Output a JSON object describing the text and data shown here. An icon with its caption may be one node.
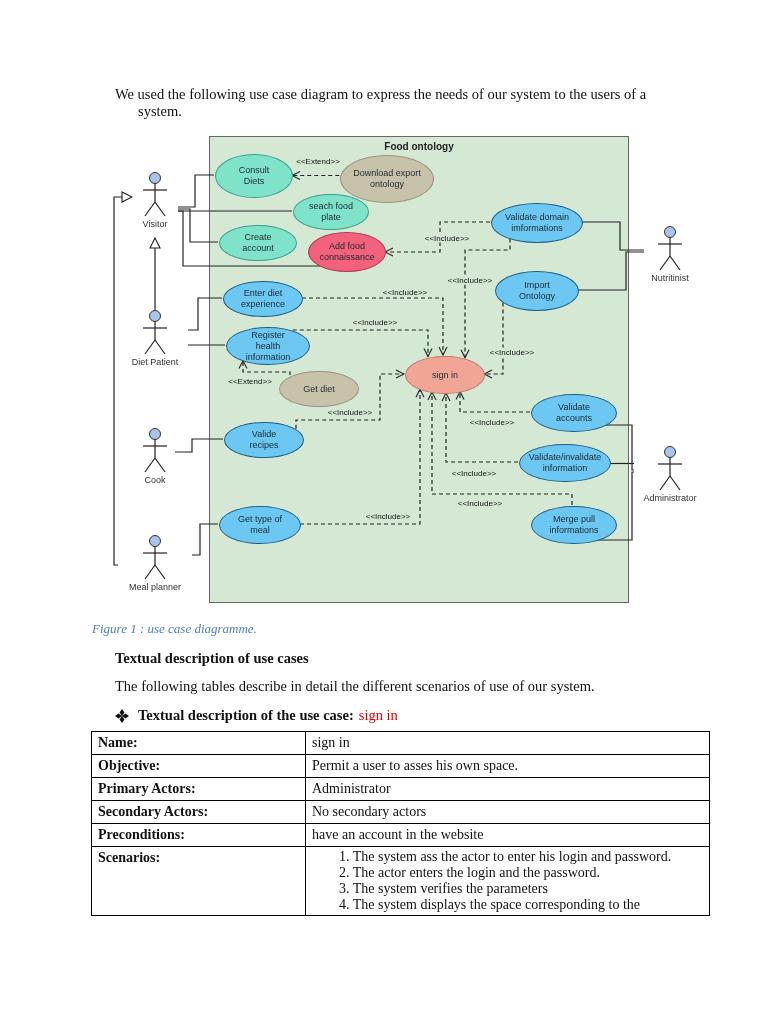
{
  "diagram": {
    "caption": "Figure 1 : use case diagramme.",
    "nodes": [
      {
        "text": [
          "Food ontology"
        ]
      },
      {
        "text": [
          "Visitor"
        ]
      },
      {
        "text": [
          "Diet Patient"
        ]
      },
      {
        "text": [
          "Cook"
        ]
      },
      {
        "text": [
          "Meal planner"
        ]
      },
      {
        "text": [
          "Nutritinist"
        ]
      },
      {
        "text": [
          "Administrator"
        ]
      },
      {
        "text": [
          "Consult Diets"
        ],
        "in": 0
      },
      {
        "text": [
          "Download export ontology"
        ],
        "in": 0
      },
      {
        "text": [
          "seach food plate"
        ],
        "in": 0
      },
      {
        "text": [
          "Create account"
        ],
        "in": 0
      },
      {
        "text": [
          "Add food connaissance"
        ],
        "in": 0
      },
      {
        "text": [
          "Validate domain imformations"
        ],
        "in": 0
      },
      {
        "text": [
          "Import Ontology"
        ],
        "in": 0
      },
      {
        "text": [
          "Enter diet experience"
        ],
        "in": 0
      },
      {
        "text": [
          "Register health information"
        ],
        "in": 0
      },
      {
        "text": [
          "sign in"
        ],
        "in": 0
      },
      {
        "text": [
          "Get diet"
        ],
        "in": 0
      },
      {
        "text": [
          "Valide recipes"
        ],
        "in": 0
      },
      {
        "text": [
          "Validate accounts"
        ],
        "in": 0
      },
      {
        "text": [
          "Validate/invalidate information"
        ],
        "in": 0
      },
      {
        "text": [
          "Get type of meal"
        ],
        "in": 0
      },
      {
        "text": [
          "Merge pull informations"
        ],
        "in": 0
      }
    ],
    "edges": [
      {
        "from": 1,
        "to": 7,
        "arrow": "none"
      },
      {
        "from": 1,
        "to": 9,
        "arrow": "none"
      },
      {
        "from": 1,
        "to": 10,
        "arrow": "none"
      },
      {
        "from": 1,
        "to": 11,
        "arrow": "none"
      },
      {
        "from": 2,
        "to": 14,
        "arrow": "none"
      },
      {
        "from": 2,
        "to": 15,
        "arrow": "none"
      },
      {
        "from": 3,
        "to": 18,
        "arrow": "none"
      },
      {
        "from": 4,
        "to": 21,
        "arrow": "none"
      },
      {
        "from": 5,
        "to": 12,
        "arrow": "none"
      },
      {
        "from": 5,
        "to": 13,
        "arrow": "none"
      },
      {
        "from": 6,
        "to": 19,
        "arrow": "none"
      },
      {
        "from": 6,
        "to": 20,
        "arrow": "none"
      },
      {
        "from": 6,
        "to": 22,
        "arrow": "none"
      },
      {
        "from": 4,
        "to": 1,
        "arrow": "to"
      },
      {
        "from": 2,
        "to": 1,
        "arrow": "to"
      },
      {
        "from": 8,
        "to": 7,
        "arrow": "to",
        "style": "dashed",
        "label": "<<Extend>>"
      },
      {
        "from": 12,
        "to": 11,
        "arrow": "to",
        "style": "dashed",
        "label": "<<Include>>"
      },
      {
        "from": 12,
        "to": 16,
        "arrow": "to",
        "style": "dashed",
        "label": "<<Include>>"
      },
      {
        "from": 13,
        "to": 16,
        "arrow": "to",
        "style": "dashed",
        "label": "<<Include>>"
      },
      {
        "from": 14,
        "to": 16,
        "arrow": "to",
        "style": "dashed",
        "label": "<<Include>>"
      },
      {
        "from": 15,
        "to": 16,
        "arrow": "to",
        "style": "dashed",
        "label": "<<Include>>"
      },
      {
        "from": 17,
        "to": 15,
        "arrow": "to",
        "style": "dashed",
        "label": "<<Extend>>"
      },
      {
        "from": 18,
        "to": 16,
        "arrow": "to",
        "style": "dashed",
        "label": "<<Include>>"
      },
      {
        "from": 19,
        "to": 16,
        "arrow": "to",
        "style": "dashed",
        "label": "<<Include>>"
      },
      {
        "from": 20,
        "to": 16,
        "arrow": "to",
        "style": "dashed",
        "label": "<<Include>>"
      },
      {
        "from": 22,
        "to": 16,
        "arrow": "to",
        "style": "dashed",
        "label": "<<Include>>"
      },
      {
        "from": 21,
        "to": 16,
        "arrow": "to",
        "style": "dashed",
        "label": "<<Include>>"
      }
    ],
    "labels": [
      "We used the following use case diagram to express the needs of our system to the users of a system.",
      "Textual description of use cases",
      "The following tables describe in detail the different scenarios of use of our system.",
      "Textual description of the use case:",
      "sign in",
      "Name:",
      "sign in",
      "Objective:",
      "Permit a user to asses his own space.",
      "Primary Actors:",
      "Administrator",
      "Secondary Actors:",
      "No secondary actors",
      "Preconditions:",
      "have an account in the website",
      "Scenarios:",
      "1. The system ass the actor to enter his login and password.",
      "2. The actor enters the login and the password.",
      "3. The system verifies the parameters",
      "4. The system displays the space corresponding to the"
    ]
  }
}
